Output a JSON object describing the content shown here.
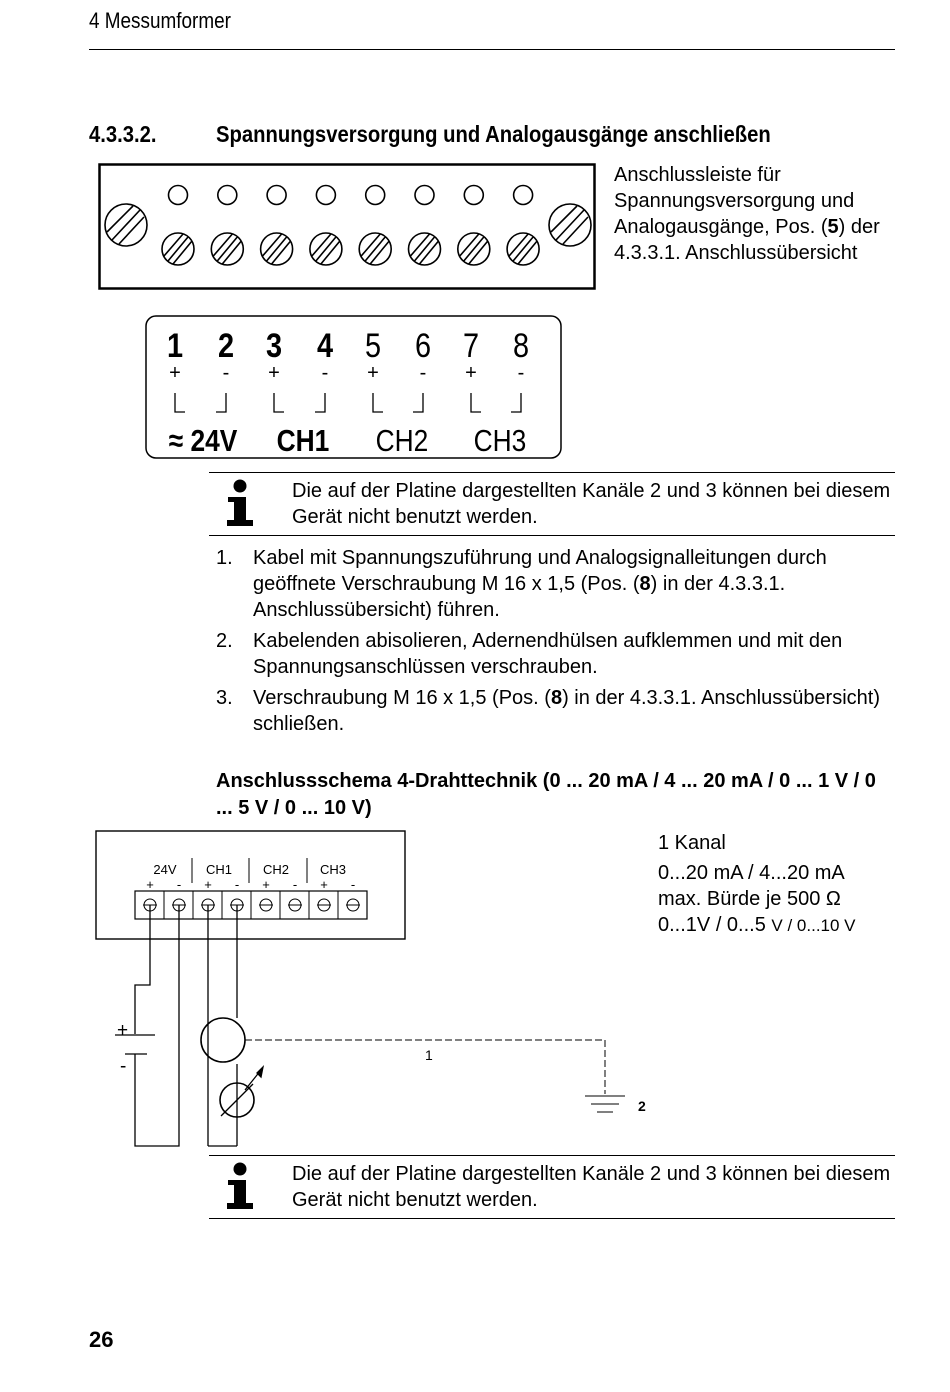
{
  "header": {
    "chapter": "4 Messumformer"
  },
  "section": {
    "number": "4.3.3.2.",
    "title": "Spannungsversorgung und Analogausgänge anschließen"
  },
  "caption_terminal": {
    "prefix": "Anschlussleiste für Spannungsversorgung und Analogausgänge, Pos. (",
    "bold": "5",
    "suffix": ") der 4.3.3.1. Anschlussübersicht"
  },
  "terminal_label": {
    "numbers": [
      "1",
      "2",
      "3",
      "4",
      "5",
      "6",
      "7",
      "8"
    ],
    "polarity": [
      "+",
      "-",
      "+",
      "-",
      "+",
      "-",
      "+",
      "-"
    ],
    "groups": [
      "≈ 24V",
      "CH1",
      "CH2",
      "CH3"
    ]
  },
  "note1": {
    "text": "Die auf der Platine dargestellten Kanäle 2 und 3 können bei diesem Gerät nicht benutzt werden.",
    "icon": "info-icon"
  },
  "steps": [
    {
      "num": "1.",
      "prefix": "Kabel mit Spannungszuführung und Analogsignalleitungen durch geöffnete Verschraubung M 16 x 1,5 (Pos. (",
      "bold": "8",
      "suffix": ") in der 4.3.3.1. Anschlussübersicht) führen."
    },
    {
      "num": "2.",
      "prefix": "Kabelenden abisolieren, Adernendhülsen aufklemmen und mit den Spannungsanschlüssen verschrauben.",
      "bold": "",
      "suffix": ""
    },
    {
      "num": "3.",
      "prefix": "Verschraubung M 16 x 1,5 (Pos. (",
      "bold": "8",
      "suffix": ") in der 4.3.3.1. Anschlussübersicht) schließen."
    }
  ],
  "schema": {
    "title": "Anschlussschema 4-Drahttechnik (0 ... 20 mA / 4 ... 20 mA / 0 ... 1 V / 0 ... 5 V / 0 ... 10 V)",
    "channels": [
      "24V",
      "CH1",
      "CH2",
      "CH3"
    ],
    "polarity": [
      "+",
      "-",
      "+",
      "-",
      "+",
      "-",
      "+",
      "-"
    ],
    "supply_plus": "+",
    "supply_minus": "-",
    "label_1": "1",
    "label_2": "2"
  },
  "side_info": {
    "line1": "1 Kanal",
    "line2": "0...20 mA / 4...20 mA",
    "line3": "max. Bürde je 500 Ω",
    "line4_a": "0...1V / 0...5 ",
    "line4_b": "V / 0...10 V"
  },
  "note2": {
    "text": "Die auf der Platine dargestellten Kanäle 2 und 3 können bei diesem Gerät nicht benutzt werden.",
    "icon": "info-icon"
  },
  "page_number": "26"
}
